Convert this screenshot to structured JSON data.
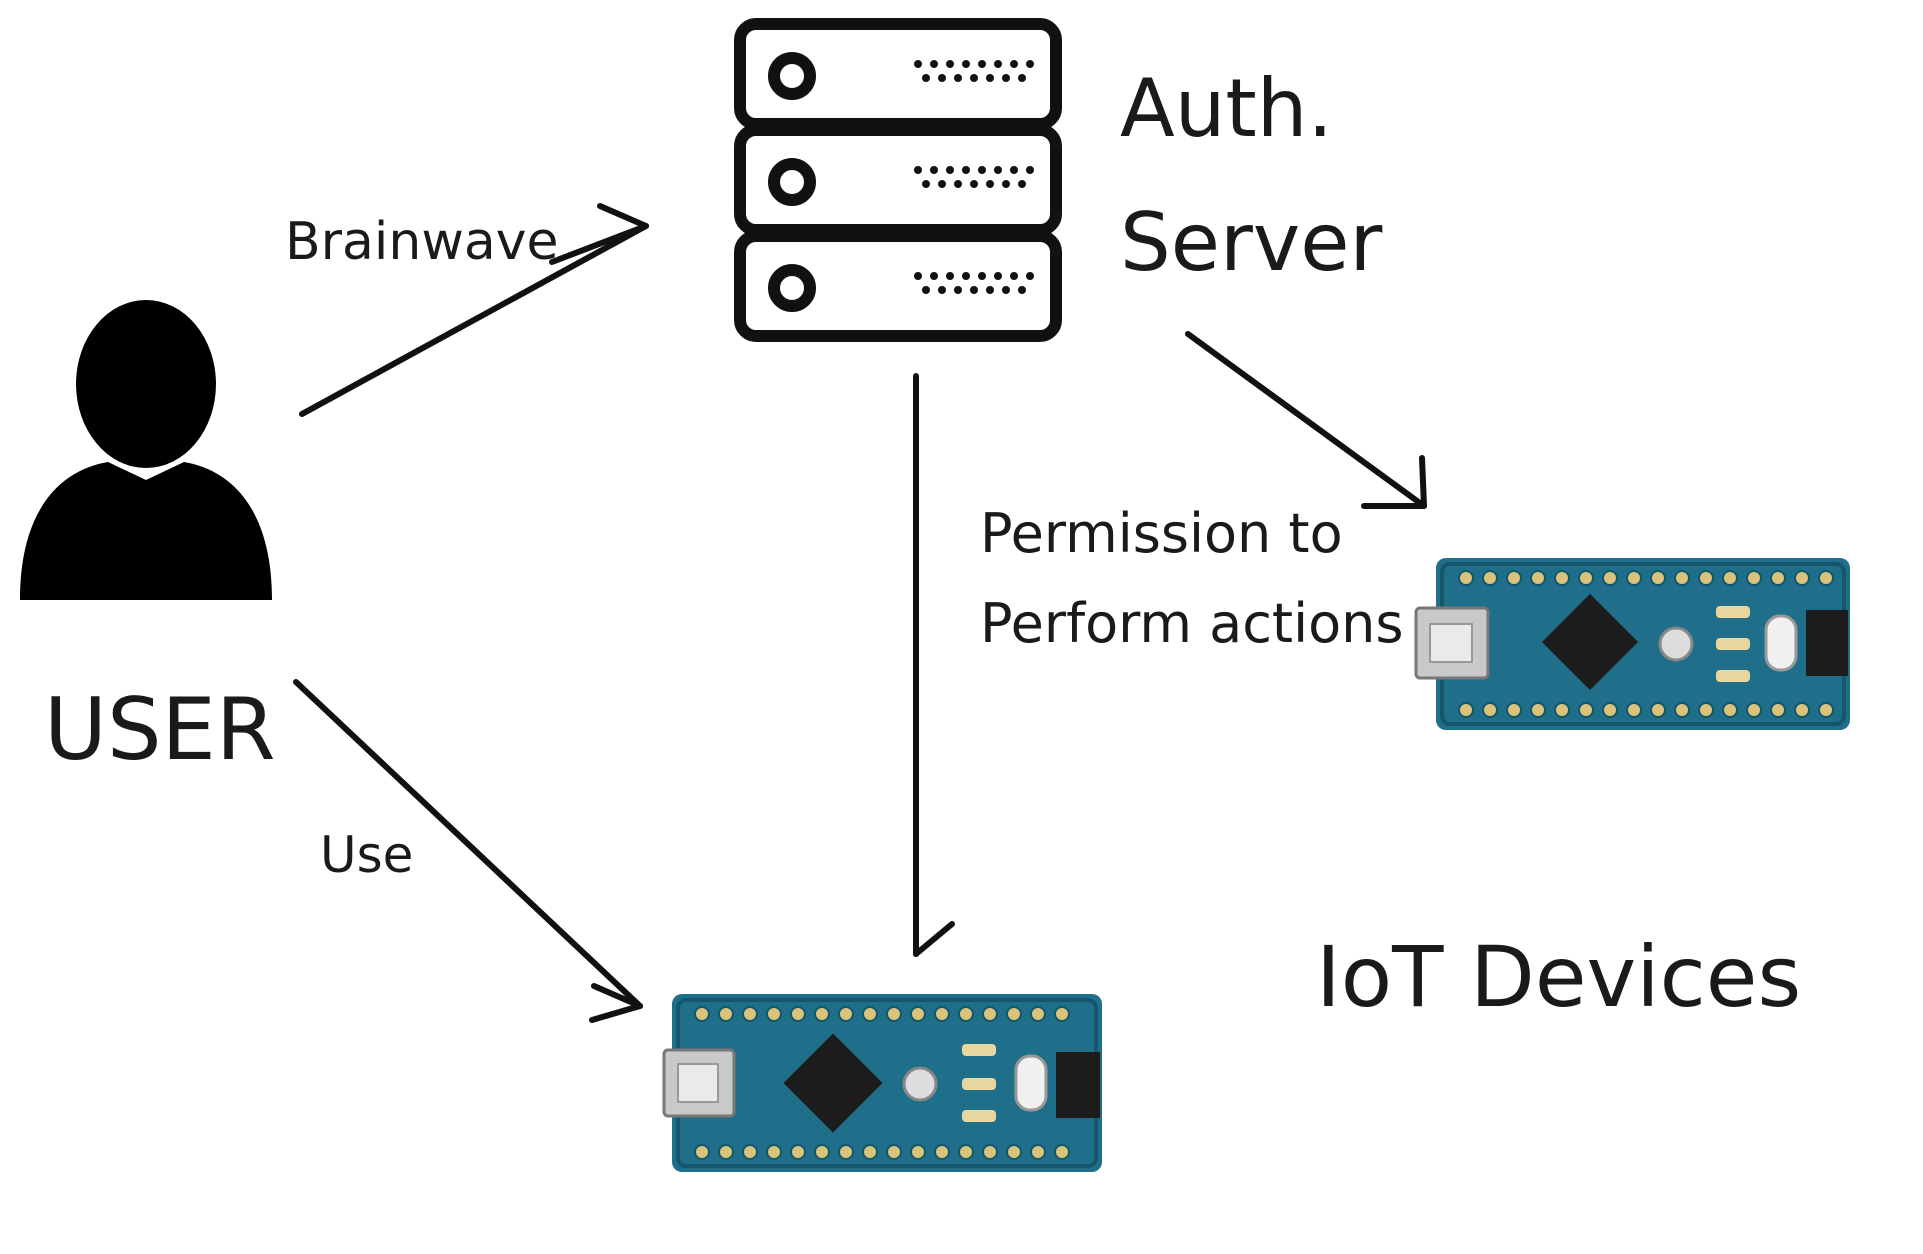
{
  "nodes": {
    "server_line1": "Auth.",
    "server_line2": "Server",
    "user": "USER",
    "devices": "IoT Devices"
  },
  "edges": {
    "user_to_server": "Brainwave",
    "user_to_device": "Use",
    "server_to_devices_line1": "Permission to",
    "server_to_devices_line2": "Perform actions"
  },
  "icons": {
    "server": "server-rack-icon",
    "user": "user-silhouette-icon",
    "device": "microcontroller-board-icon"
  },
  "colors": {
    "stroke": "#111111",
    "board": "#1f6f8b",
    "board_dark": "#15566d",
    "chip": "#1c1c1c",
    "pin": "#d9c27a"
  }
}
